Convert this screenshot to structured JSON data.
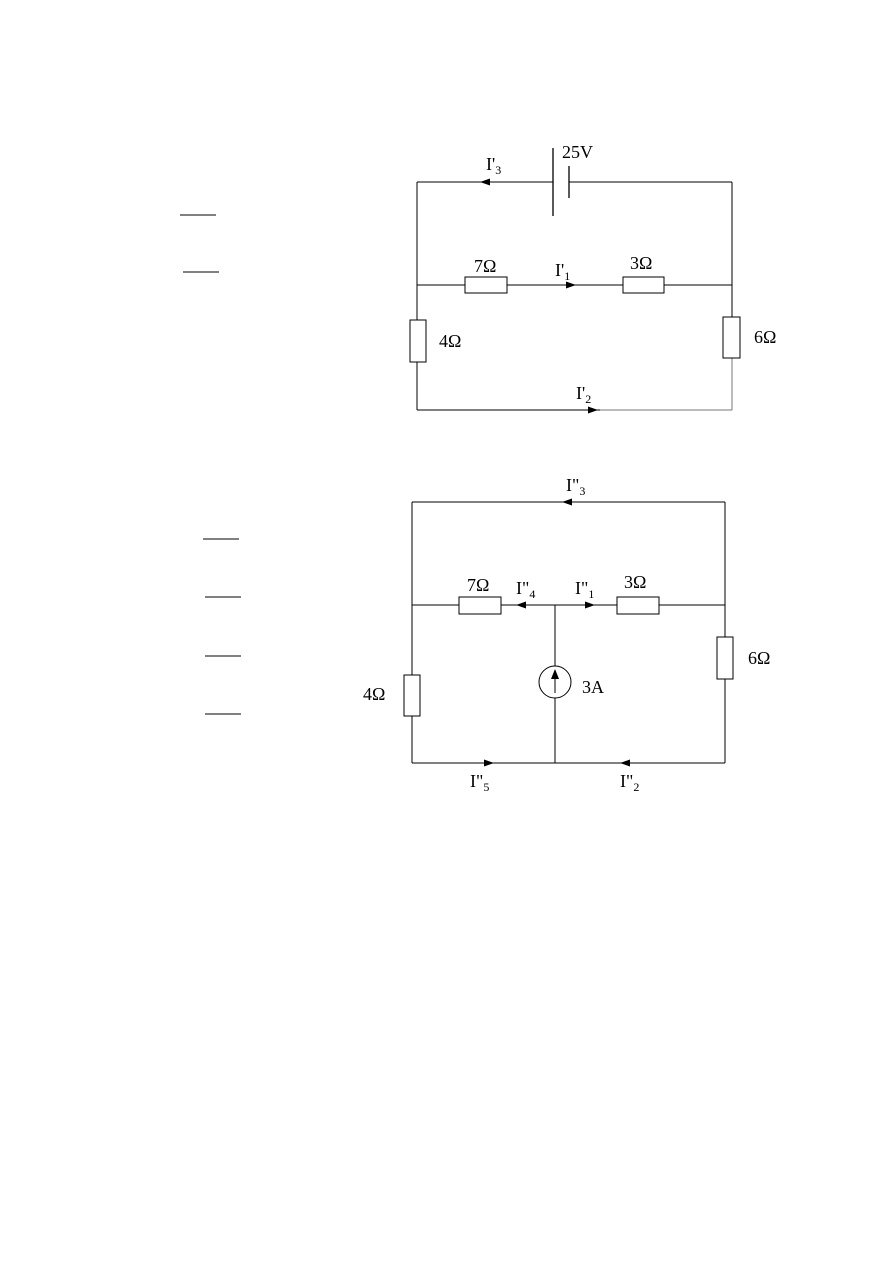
{
  "circuit1": {
    "source_label": "25V",
    "r_top_left_label": "7Ω",
    "r_top_right_label": "3Ω",
    "r_left_label": "4Ω",
    "r_right_label": "6Ω",
    "current_top": {
      "base": "I'",
      "sub": "3"
    },
    "current_mid": {
      "base": "I'",
      "sub": "1"
    },
    "current_bottom": {
      "base": "I'",
      "sub": "2"
    }
  },
  "circuit2": {
    "source_label": "3A",
    "r_mid_left_label": "7Ω",
    "r_mid_right_label": "3Ω",
    "r_left_label": "4Ω",
    "r_right_label": "6Ω",
    "current_top": {
      "base": "I\"",
      "sub": "3"
    },
    "current_mid_left": {
      "base": "I\"",
      "sub": "4"
    },
    "current_mid_right": {
      "base": "I\"",
      "sub": "1"
    },
    "current_bottom_left": {
      "base": "I\"",
      "sub": "5"
    },
    "current_bottom_right": {
      "base": "I\"",
      "sub": "2"
    }
  }
}
